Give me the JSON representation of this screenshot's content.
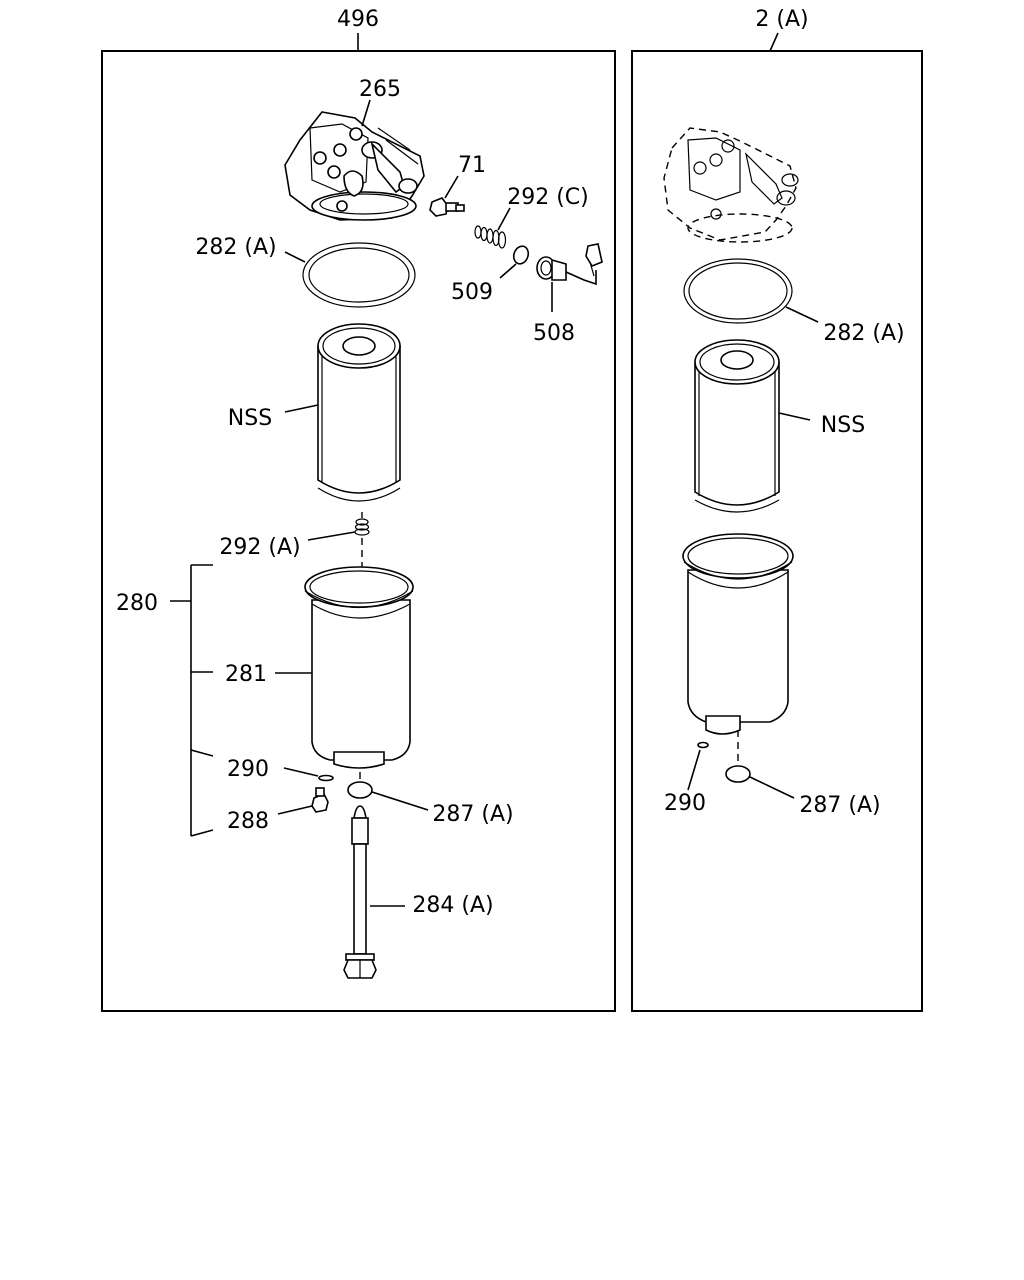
{
  "left_panel": {
    "title": "496",
    "labels": {
      "l265": "265",
      "l71": "71",
      "l292c": "292 (C)",
      "l282a": "282 (A)",
      "l509": "509",
      "l508": "508",
      "lnss": "NSS",
      "l292a": "292 (A)",
      "l280": "280",
      "l281": "281",
      "l290": "290",
      "l287a": "287 (A)",
      "l288": "288",
      "l284a": "284 (A)"
    }
  },
  "right_panel": {
    "title": "2 (A)",
    "labels": {
      "l282a": "282 (A)",
      "lnss": "NSS",
      "l290": "290",
      "l287a": "287 (A)"
    }
  }
}
